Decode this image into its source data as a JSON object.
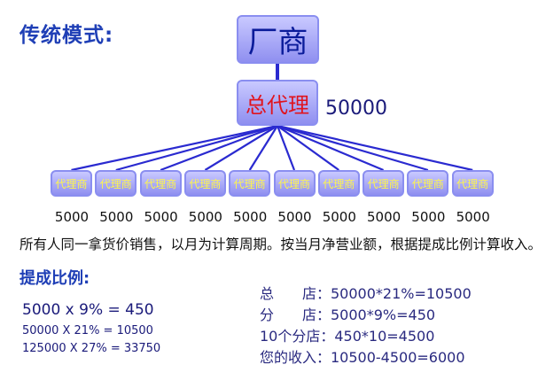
{
  "title": "传统模式:",
  "top": {
    "label": "厂商"
  },
  "middle": {
    "label": "总代理",
    "value": "50000"
  },
  "agents": [
    {
      "label": "代理商",
      "value": "5000"
    },
    {
      "label": "代理商",
      "value": "5000"
    },
    {
      "label": "代理商",
      "value": "5000"
    },
    {
      "label": "代理商",
      "value": "5000"
    },
    {
      "label": "代理商",
      "value": "5000"
    },
    {
      "label": "代理商",
      "value": "5000"
    },
    {
      "label": "代理商",
      "value": "5000"
    },
    {
      "label": "代理商",
      "value": "5000"
    },
    {
      "label": "代理商",
      "value": "5000"
    },
    {
      "label": "代理商",
      "value": "5000"
    }
  ],
  "description": "所有人同一拿货价销售，以月为计算周期。按当月净营业额，根据提成比例计算收入。",
  "commission": {
    "title": "提成比例:",
    "rows": [
      "5000 x 9% = 450",
      "50000 X 21% = 10500",
      "125000 X 27% = 33750"
    ]
  },
  "calculation": [
    "总　　店：50000*21%=10500",
    "分　　店：5000*9%=450",
    "10个分店：450*10=4500",
    "您的收入：10500-4500=6000"
  ],
  "colors": {
    "title": "#1f3fb6",
    "box_fill": "#8f8ff0",
    "line": "#2a2ad0",
    "highlight": "#e0141e",
    "agent_text": "#fff64a"
  }
}
